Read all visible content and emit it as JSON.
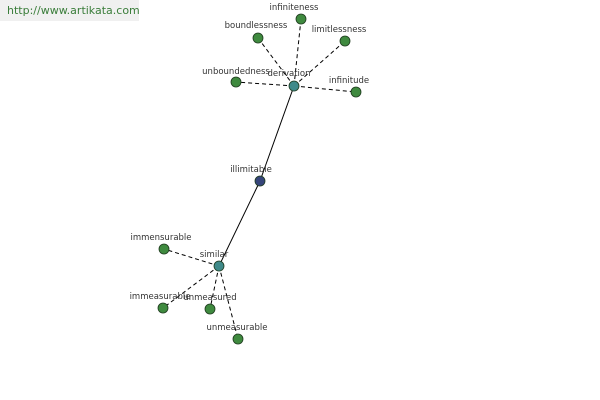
{
  "watermark": "http://www.artikata.com",
  "colors": {
    "center": "#36457a",
    "hub": "#3f8a8a",
    "leaf": "#3f8a3f",
    "edge": "#000000"
  },
  "graph": {
    "nodes": [
      {
        "id": "illimitable",
        "label": "illimitable",
        "kind": "center"
      },
      {
        "id": "derivation",
        "label": "derivation",
        "kind": "hub"
      },
      {
        "id": "similar",
        "label": "similar",
        "kind": "hub"
      },
      {
        "id": "infiniteness",
        "label": "infiniteness",
        "kind": "leaf"
      },
      {
        "id": "boundlessness",
        "label": "boundlessness",
        "kind": "leaf"
      },
      {
        "id": "limitlessness",
        "label": "limitlessness",
        "kind": "leaf"
      },
      {
        "id": "unboundedness",
        "label": "unboundedness",
        "kind": "leaf"
      },
      {
        "id": "infinitude",
        "label": "infinitude",
        "kind": "leaf"
      },
      {
        "id": "immensurable",
        "label": "immensurable",
        "kind": "leaf"
      },
      {
        "id": "immeasurable",
        "label": "immeasurable",
        "kind": "leaf"
      },
      {
        "id": "unmeasured",
        "label": "unmeasured",
        "kind": "leaf"
      },
      {
        "id": "unmeasurable",
        "label": "unmeasurable",
        "kind": "leaf"
      }
    ],
    "edges": [
      {
        "from": "illimitable",
        "to": "derivation",
        "style": "solid"
      },
      {
        "from": "illimitable",
        "to": "similar",
        "style": "solid"
      },
      {
        "from": "derivation",
        "to": "infiniteness",
        "style": "dashed"
      },
      {
        "from": "derivation",
        "to": "boundlessness",
        "style": "dashed"
      },
      {
        "from": "derivation",
        "to": "limitlessness",
        "style": "dashed"
      },
      {
        "from": "derivation",
        "to": "unboundedness",
        "style": "dashed"
      },
      {
        "from": "derivation",
        "to": "infinitude",
        "style": "dashed"
      },
      {
        "from": "similar",
        "to": "immensurable",
        "style": "dashed"
      },
      {
        "from": "similar",
        "to": "immeasurable",
        "style": "dashed"
      },
      {
        "from": "similar",
        "to": "unmeasured",
        "style": "dashed"
      },
      {
        "from": "similar",
        "to": "unmeasurable",
        "style": "dashed"
      }
    ]
  }
}
